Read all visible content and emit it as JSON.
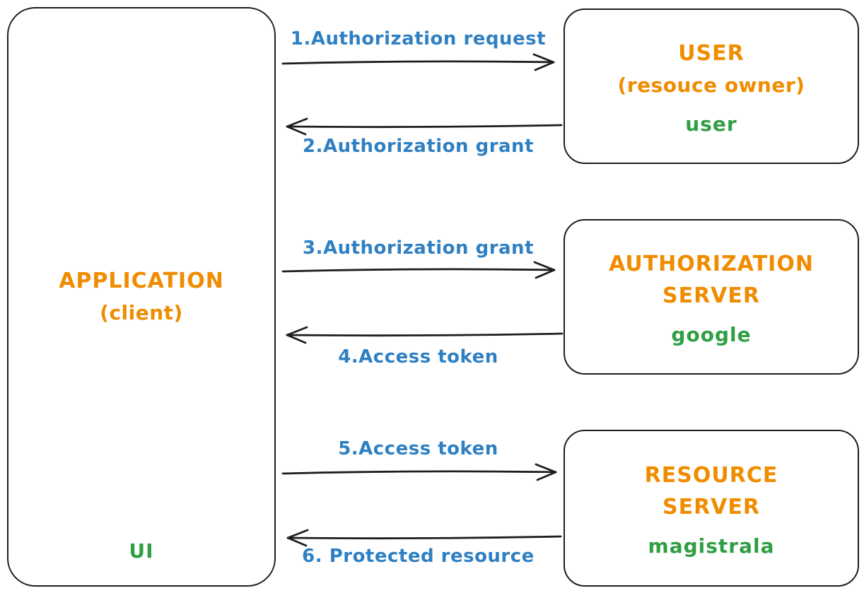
{
  "palette": {
    "entity_color": "#f08c00",
    "instance_color": "#2f9e44",
    "message_color": "#2f80c3",
    "stroke_color": "#1e1e1e",
    "background": "#ffffff"
  },
  "nodes": {
    "application": {
      "lines": [
        "APPLICATION",
        "(client)"
      ],
      "instance": "UI"
    },
    "user": {
      "lines": [
        "USER",
        "(resouce owner)"
      ],
      "instance": "user"
    },
    "authorization_server": {
      "lines": [
        "AUTHORIZATION",
        "SERVER"
      ],
      "instance": "google"
    },
    "resource_server": {
      "lines": [
        "RESOURCE",
        "SERVER"
      ],
      "instance": "magistrala"
    }
  },
  "messages": [
    {
      "label": "1.Authorization request",
      "direction": "right",
      "from": "application",
      "to": "user"
    },
    {
      "label": "2.Authorization grant",
      "direction": "left",
      "from": "user",
      "to": "application"
    },
    {
      "label": "3.Authorization grant",
      "direction": "right",
      "from": "application",
      "to": "authorization_server"
    },
    {
      "label": "4.Access token",
      "direction": "left",
      "from": "authorization_server",
      "to": "application"
    },
    {
      "label": "5.Access token",
      "direction": "right",
      "from": "application",
      "to": "resource_server"
    },
    {
      "label": "6. Protected resource",
      "direction": "left",
      "from": "resource_server",
      "to": "application"
    }
  ]
}
